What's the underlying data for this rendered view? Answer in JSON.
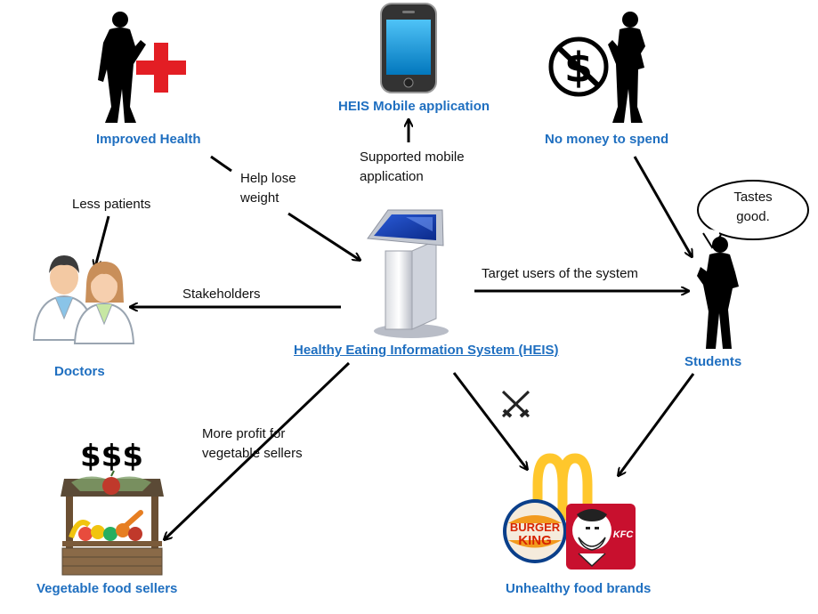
{
  "nodes": {
    "improved_health": "Improved Health",
    "mobile_app": "HEIS Mobile application",
    "no_money": "No money to spend",
    "doctors": "Doctors",
    "students": "Students",
    "heis": "Healthy Eating Information System (HEIS)",
    "vegetable_sellers": "Vegetable food sellers",
    "unhealthy_brands": "Unhealthy food brands"
  },
  "edges": {
    "less_patients": "Less patients",
    "help_lose_weight": [
      "Help lose",
      "weight"
    ],
    "supported_mobile": [
      "Supported mobile",
      "application"
    ],
    "stakeholders": "Stakeholders",
    "target_users": "Target users of the system",
    "more_profit": [
      "More profit for",
      "vegetable sellers"
    ]
  },
  "speech_bubble": [
    "Tastes",
    "good."
  ],
  "stall_sign": "$$$",
  "logos": {
    "burger_king": [
      "BURGER",
      "KING"
    ],
    "kfc": "KFC"
  },
  "colors": {
    "title_blue": "#1f6fc0",
    "edge": "#000000",
    "cross_red": "#e31e24",
    "mcd_yellow": "#ffc72c",
    "kfc_red": "#c8102e"
  }
}
